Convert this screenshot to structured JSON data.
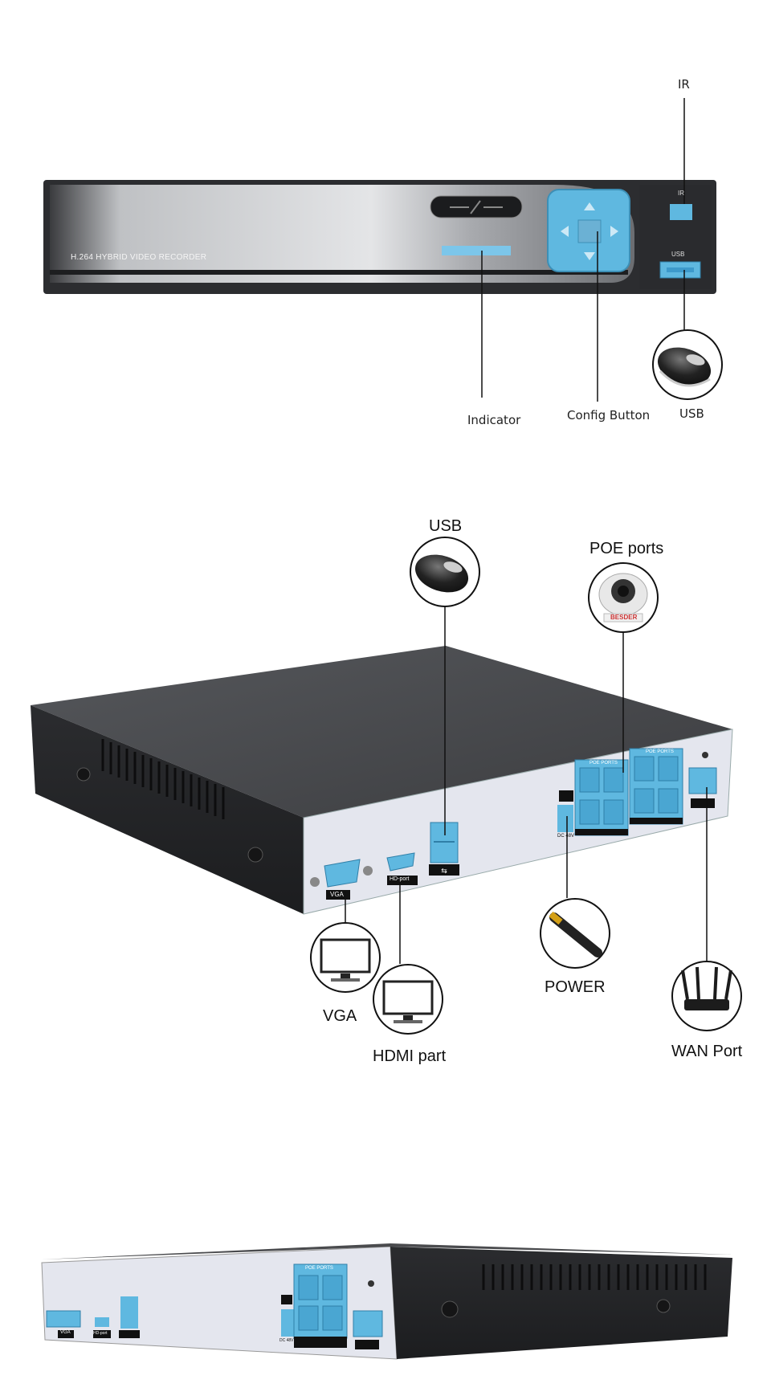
{
  "front_panel": {
    "brand_text": "H.264 HYBRID VIDEO RECORDER",
    "ir_tag": "IR",
    "usb_tag": "USB",
    "callouts": {
      "ir": "IR",
      "indicator": "Indicator",
      "config_button": "Config Button",
      "usb": "USB"
    }
  },
  "rear_view": {
    "port_tags": {
      "vga": "VGA",
      "hdmi": "HD-port",
      "dc": "DC 48V",
      "poe_a": "POE PORTS",
      "poe_b": "POE PORTS"
    },
    "camera_brand": "BESDER",
    "callouts": {
      "usb": "USB",
      "poe_ports": "POE ports",
      "power": "POWER",
      "wan_port": "WAN Port",
      "vga": "VGA",
      "hdmi": "HDMI part"
    }
  },
  "side_view": {
    "port_tags": {
      "vga": "VGA",
      "hdmi": "HD-port",
      "dc": "DC 48V",
      "poe": "POE PORTS"
    }
  },
  "colors": {
    "port_blue": "#5fb8e0",
    "chassis_dark": "#2e2f32",
    "rear_plate": "#e4e6ee"
  }
}
